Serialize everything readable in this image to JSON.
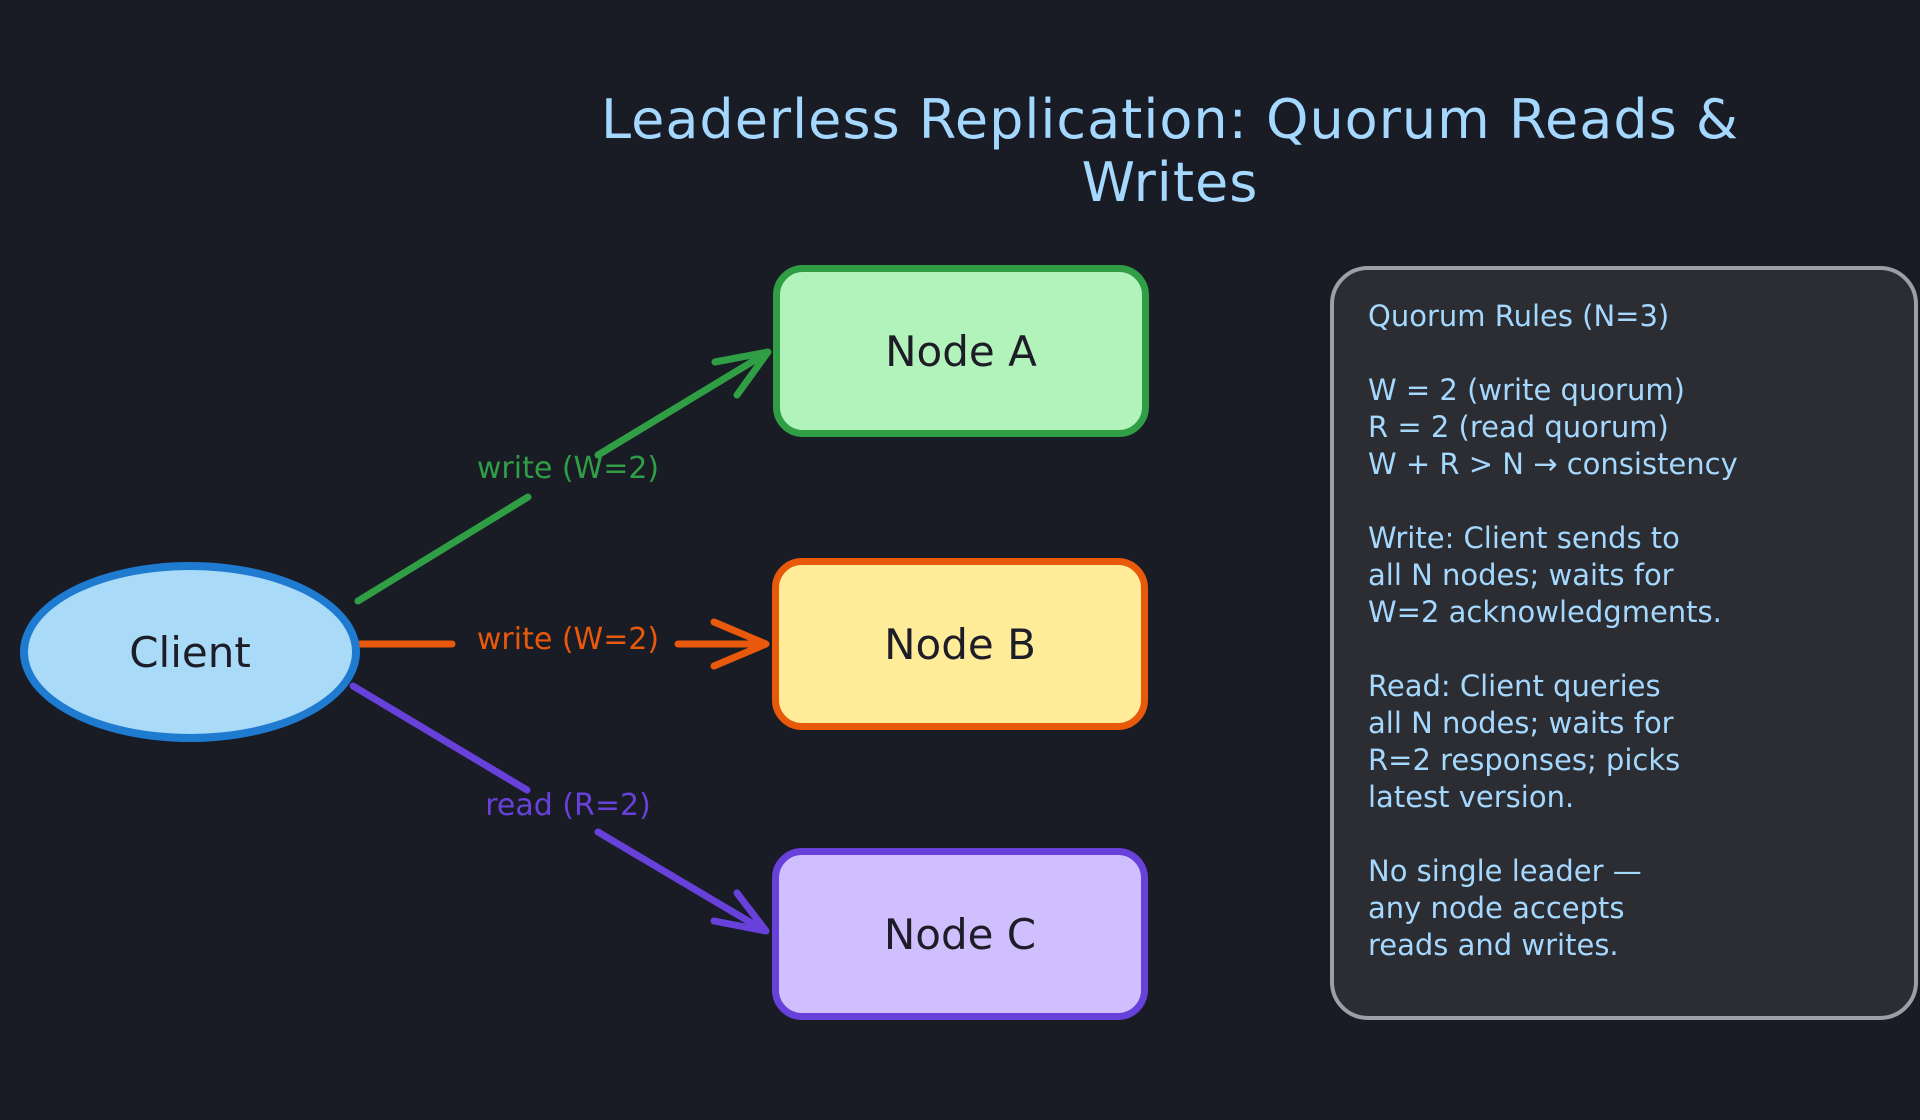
{
  "title": "Leaderless Replication: Quorum Reads & Writes",
  "client": {
    "label": "Client"
  },
  "nodes": [
    {
      "label": "Node A"
    },
    {
      "label": "Node B"
    },
    {
      "label": "Node C"
    }
  ],
  "arrows": [
    {
      "label": "write (W=2)",
      "color": "#2f9e44",
      "from": "Client",
      "to": "Node A"
    },
    {
      "label": "write (W=2)",
      "color": "#e8590c",
      "from": "Client",
      "to": "Node B"
    },
    {
      "label": "read (R=2)",
      "color": "#6741d9",
      "from": "Client",
      "to": "Node C"
    }
  ],
  "note": {
    "title": "Quorum Rules (N=3)",
    "rules": "W = 2 (write quorum)\nR = 2 (read quorum)\nW + R > N → consistency",
    "write": "Write: Client sends to\nall N nodes; waits for\nW=2 acknowledgments.",
    "read": "Read: Client queries\nall N nodes; waits for\nR=2 responses; picks\nlatest version.",
    "leaderless": "No single leader —\nany node accepts\nreads and writes."
  },
  "colors": {
    "bg": "#191b25",
    "ink": "#1d1d27",
    "text-blue": "#a5d8ff",
    "green": "#2f9e44",
    "green-fill": "#b2f2bb",
    "orange": "#e8590c",
    "orange-fill": "#ffec99",
    "purple": "#6741d9",
    "purple-fill": "#d0bfff",
    "blue": "#1f7bd0",
    "blue-fill": "#a9dbf8",
    "note-bg": "#2b2d32",
    "note-border": "#9aa0a6"
  }
}
